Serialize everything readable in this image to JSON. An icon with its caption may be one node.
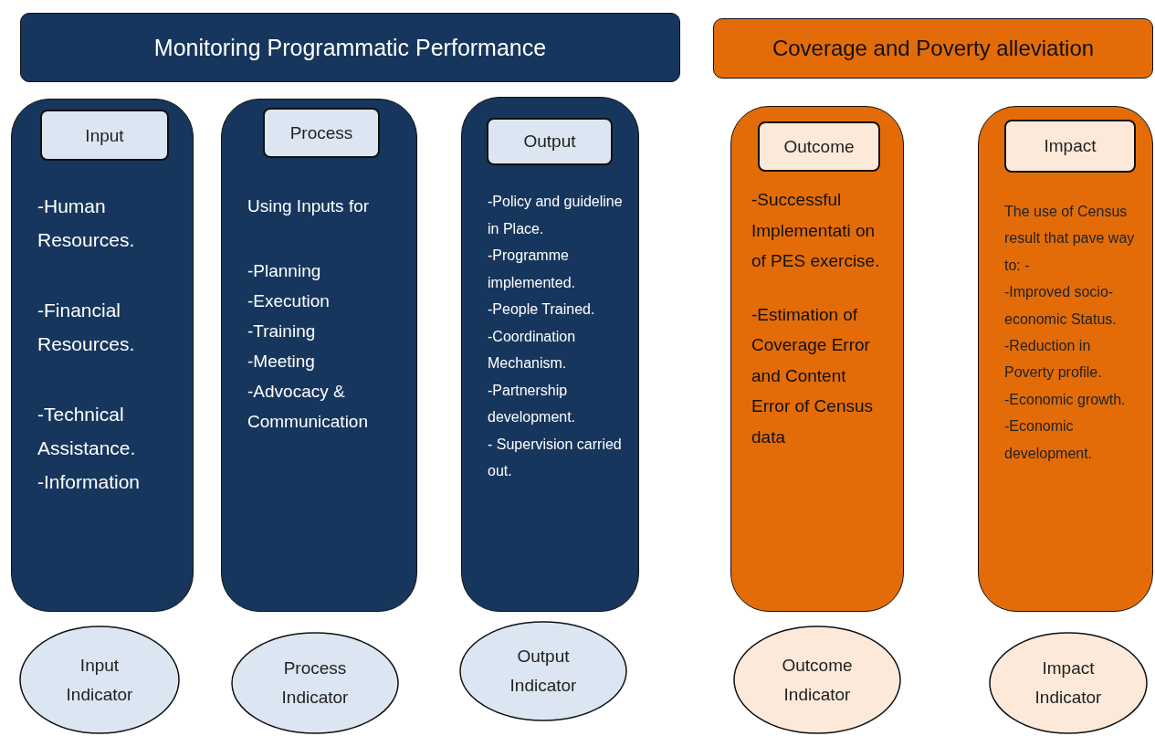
{
  "diagram": {
    "nodes": [
      {
        "text": [
          "Monitoring Programmatic Performance"
        ]
      },
      {
        "text": [
          "Coverage and Poverty alleviation"
        ]
      },
      {
        "text": [
          "-Human Resources.",
          "-Financial Resources.",
          "-Technical Assistance.",
          "-Information"
        ]
      },
      {
        "text": [
          "Input"
        ],
        "in": 2
      },
      {
        "text": [
          "Using Inputs for",
          "-Planning",
          "-Execution",
          "-Training",
          "-Meeting",
          "-Advocacy & Communication"
        ]
      },
      {
        "text": [
          "Process"
        ],
        "in": 4
      },
      {
        "text": [
          "-Policy and guideline in Place.",
          "-Programme implemented.",
          "-People Trained.",
          "-Coordination Mechanism.",
          "-Partnership development.",
          "- Supervision carried out."
        ]
      },
      {
        "text": [
          "Output"
        ],
        "in": 6
      },
      {
        "text": [
          "-Successful Implementati on of PES exercise.",
          "-Estimation of Coverage Error and Content Error of Census data"
        ]
      },
      {
        "text": [
          "Outcome"
        ],
        "in": 8
      },
      {
        "text": [
          "The use of Census result that pave way to: -",
          "-Improved socio-economic Status.",
          "-Reduction in Poverty profile.",
          "-Economic growth.",
          "-Economic development."
        ]
      },
      {
        "text": [
          "Impact"
        ],
        "in": 10
      },
      {
        "text": [
          "Input Indicator"
        ]
      },
      {
        "text": [
          "Process Indicator"
        ]
      },
      {
        "text": [
          "Output Indicator"
        ]
      },
      {
        "text": [
          "Outcome Indicator"
        ]
      },
      {
        "text": [
          "Impact Indicator"
        ]
      }
    ]
  }
}
